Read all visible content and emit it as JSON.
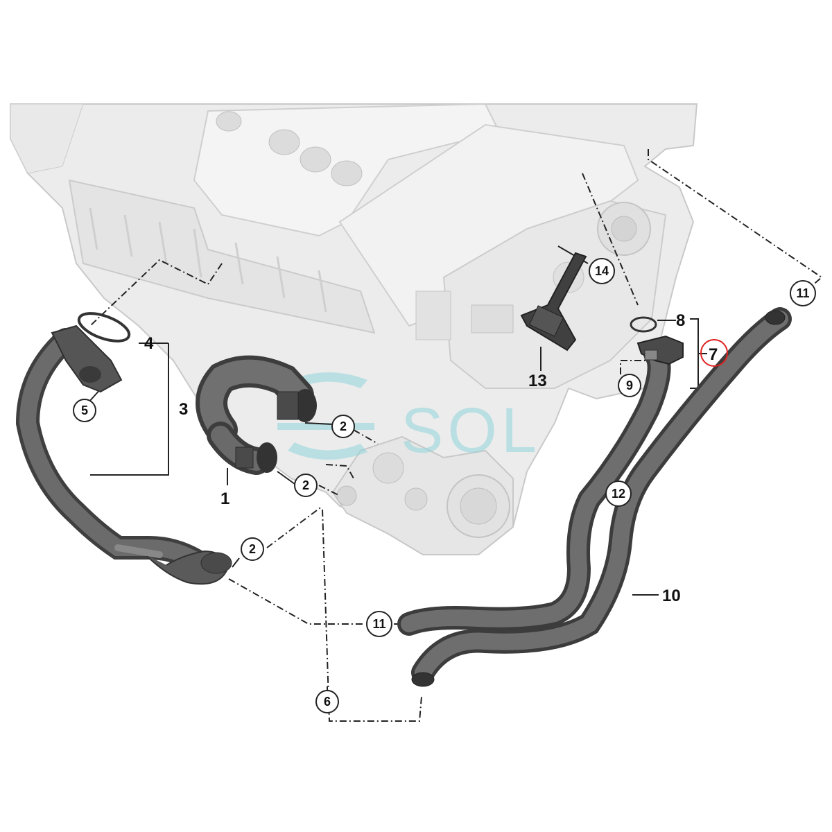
{
  "watermark": {
    "text": "SOL",
    "color": "#8fd6dc"
  },
  "colors": {
    "engine_fill": "#ececec",
    "engine_stroke": "#c9c9c9",
    "hose_fill": "#6b6b6b",
    "hose_dark": "#3f3f3f",
    "leader": "#222222",
    "highlight": "#e02020"
  },
  "callouts": {
    "c1": "1",
    "c2a": "2",
    "c2b": "2",
    "c2c": "2",
    "c3": "3",
    "c4": "4",
    "c5": "5",
    "c6": "6",
    "c7": "7",
    "c8": "8",
    "c9": "9",
    "c10": "10",
    "c11a": "11",
    "c11b": "11",
    "c12": "12",
    "c13": "13",
    "c14": "14"
  },
  "highlighted_callout": "7"
}
